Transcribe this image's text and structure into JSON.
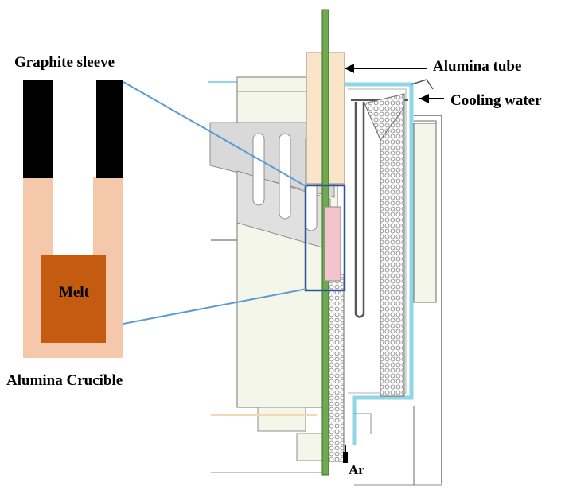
{
  "labels": {
    "graphite_sleeve": "Graphite sleeve",
    "melt": "Melt",
    "alumina_crucible": "Alumina Crucible",
    "alumina_tube": "Alumina tube",
    "cooling_water": "Cooling water",
    "ar": "Ar"
  },
  "colors": {
    "graphite": "#000000",
    "crucible": "#f6c8ab",
    "melt": "#c55a11",
    "zoom_box": "#2f5597",
    "leader": "#5b9bd5",
    "furnace_body": "#f4f6ea",
    "insulation": "#d9d9d9",
    "water_jacket": "#8fd6e6",
    "alumina_tube": "#fbe5c8",
    "rod": "#6faa4f",
    "sample": "#f2c4cd"
  }
}
